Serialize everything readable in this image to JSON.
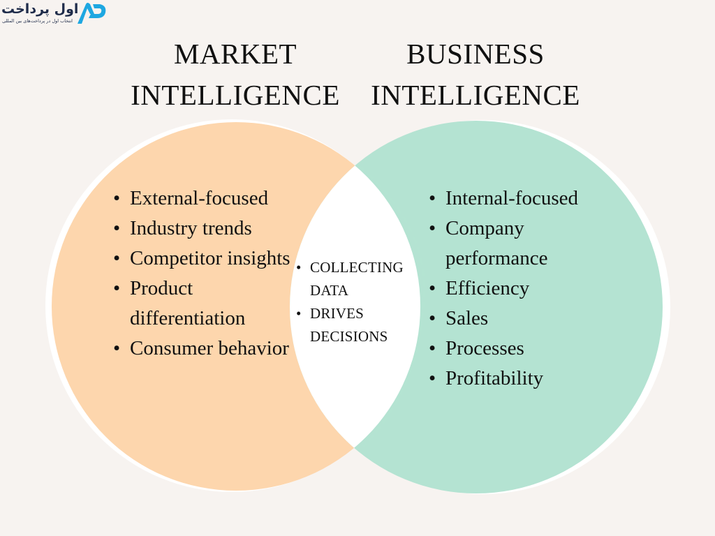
{
  "brand": {
    "title": "اول پرداخت",
    "subtitle": "انتخاب اول در پرداخت‌های بین المللی",
    "logo_color": "#1ea7e1"
  },
  "headings": {
    "left_line1": "MARKET",
    "left_line2": "INTELLIGENCE",
    "right_line1": "BUSINESS",
    "right_line2": "INTELLIGENCE"
  },
  "colors": {
    "background": "#f7f3f0",
    "left_circle": "#fdd6ad",
    "right_circle": "#b4e3d2",
    "overlap": "#ffffff"
  },
  "market_items": [
    "External-focused",
    "Industry trends",
    "Competitor insights",
    "Product differentiation",
    "Consumer behavior"
  ],
  "shared_items": [
    "COLLECTING DATA",
    "DRIVES DECISIONS"
  ],
  "business_items": [
    "Internal-focused",
    "Company performance",
    "Efficiency",
    "Sales",
    "Processes",
    "Profitability"
  ],
  "bullet": "•"
}
